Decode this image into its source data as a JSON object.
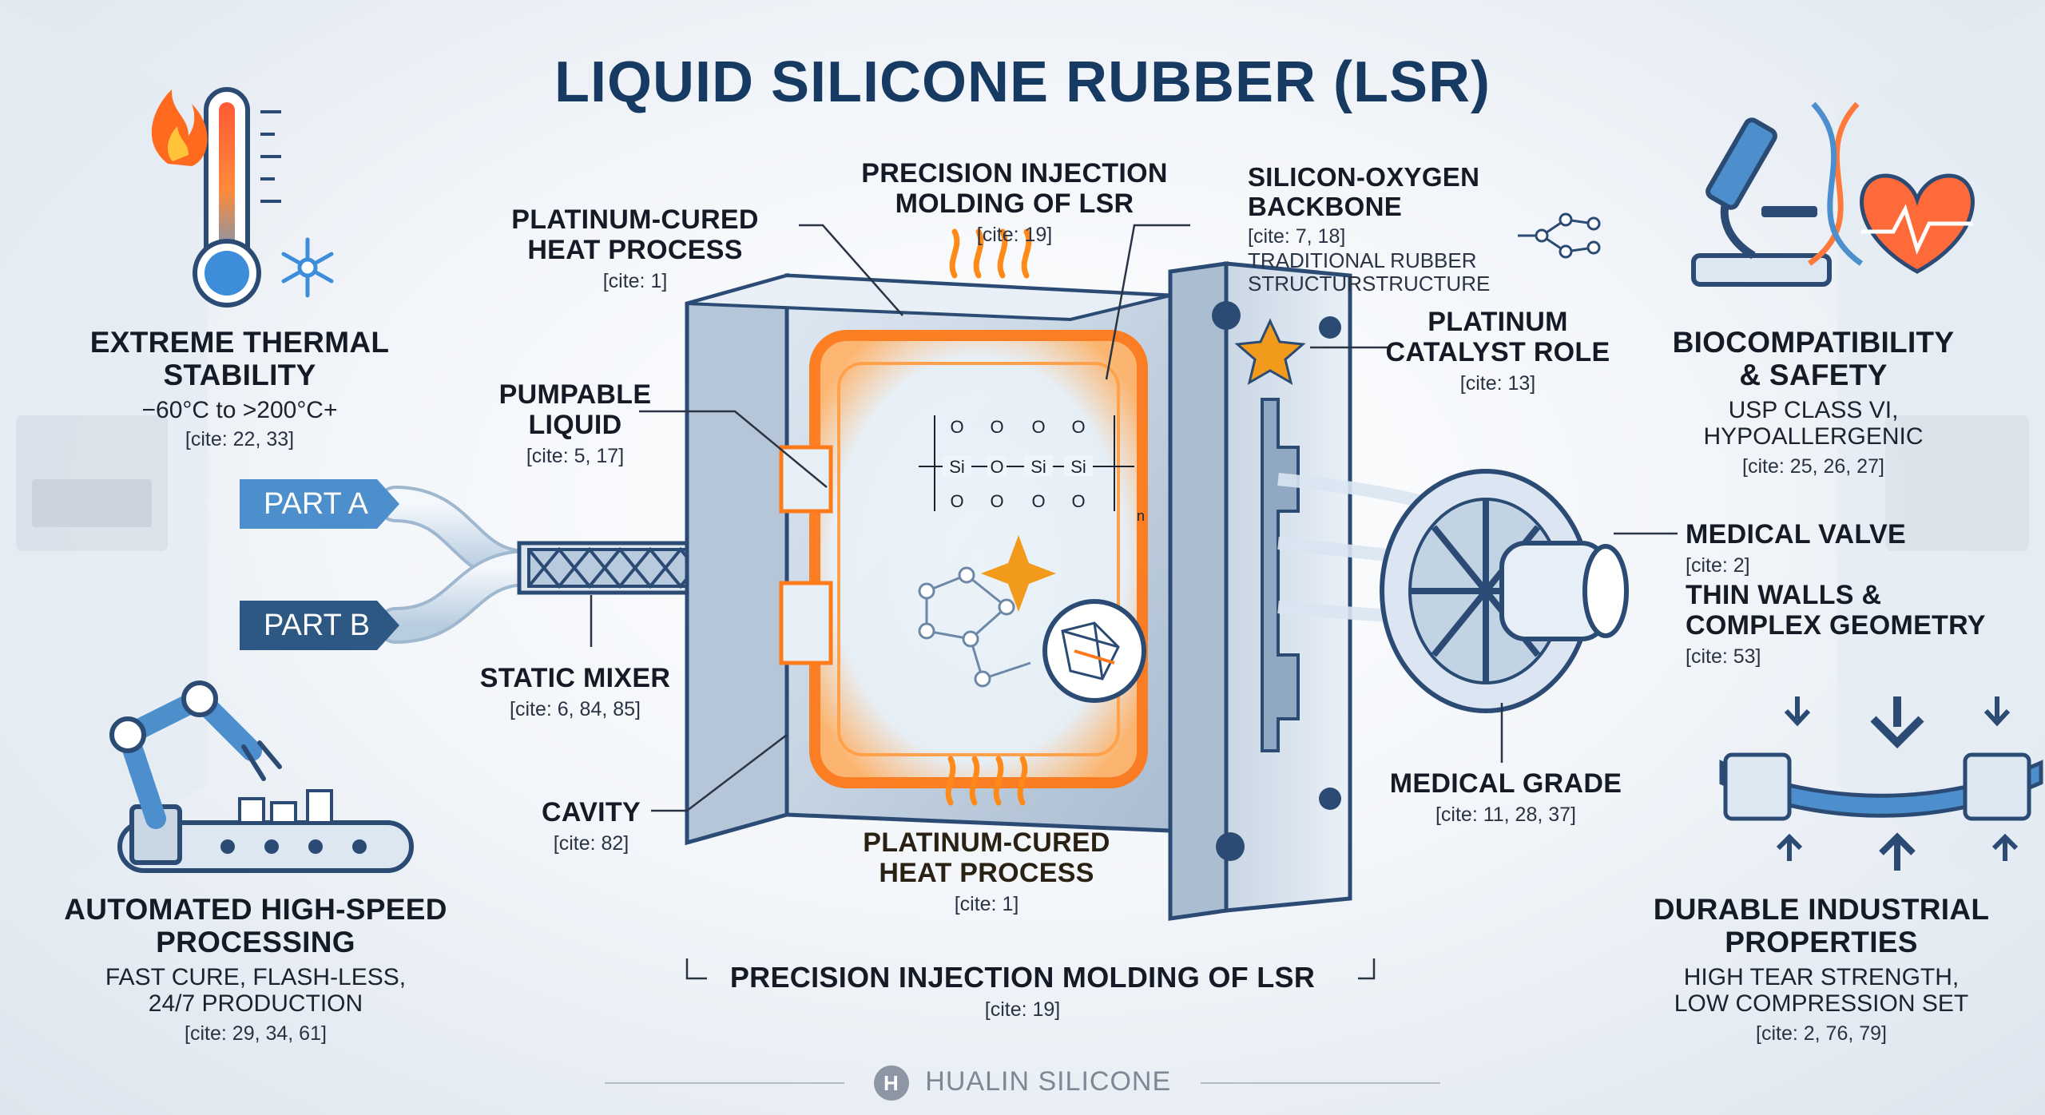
{
  "title": "LIQUID SILICONE RUBBER (LSR)",
  "thermal": {
    "heading_1": "EXTREME THERMAL",
    "heading_2": "STABILITY",
    "range": "−60°C to >200°C+",
    "cite": "[cite: 22, 33]"
  },
  "automated": {
    "heading_1": "AUTOMATED HIGH-SPEED",
    "heading_2": "PROCESSING",
    "detail_1": "FAST CURE, FLASH-LESS,",
    "detail_2": "24/7 PRODUCTION",
    "cite": "[cite: 29, 34, 61]"
  },
  "biocompat": {
    "heading_1": "BIOCOMPATIBILITY",
    "heading_2": "& SAFETY",
    "detail_1": "USP CLASS VI,",
    "detail_2": "HYPOALLERGENIC",
    "cite": "[cite: 25, 26, 27]"
  },
  "durable": {
    "heading_1": "DURABLE INDUSTRIAL",
    "heading_2": "PROPERTIES",
    "detail_1": "HIGH TEAR STRENGTH,",
    "detail_2": "LOW COMPRESSION SET",
    "cite": "[cite: 2, 76, 79]"
  },
  "parts": {
    "a": "PART A",
    "b": "PART B"
  },
  "pumpable": {
    "line_1": "PUMPABLE",
    "line_2": "LIQUID",
    "cite": "[cite: 5, 17]"
  },
  "mixer": {
    "label": "STATIC MIXER",
    "cite": "[cite: 6, 84, 85]"
  },
  "cavity": {
    "label": "CAVITY",
    "cite": "[cite: 82]"
  },
  "cured_top": {
    "line_1": "PLATINUM-CURED",
    "line_2": "HEAT PROCESS",
    "cite": "[cite: 1]"
  },
  "injection_top": {
    "line_1": "PRECISION INJECTION",
    "line_2": "MOLDING OF LSR",
    "cite": "[cite: 19]"
  },
  "backbone": {
    "heading": "SILICON-OXYGEN BACKBONE",
    "cite": "[cite: 7, 18]",
    "line_1": "TRADITIONAL RUBBER",
    "line_2": "STRUCTURSTRUCTURE"
  },
  "catalyst": {
    "line_1": "PLATINUM",
    "line_2": "CATALYST ROLE",
    "cite": "[cite: 13]"
  },
  "valve": {
    "label": "MEDICAL VALVE",
    "cite_1": "[cite: 2]",
    "walls_1": "THIN WALLS &",
    "walls_2": "COMPLEX GEOMETRY",
    "cite_2": "[cite: 53]"
  },
  "medical": {
    "label": "MEDICAL GRADE",
    "cite": "[cite: 11, 28, 37]"
  },
  "cured_bottom": {
    "line_1": "PLATINUM-CURED",
    "line_2": "HEAT PROCESS",
    "cite": "[cite: 1]"
  },
  "injection_bottom": {
    "label": "PRECISION INJECTION MOLDING OF LSR",
    "cite": "[cite: 19]"
  },
  "chem": {
    "o": "O",
    "si": "Si",
    "n": "n"
  },
  "watermark": {
    "logo": "H",
    "text": "HUALIN SILICONE"
  },
  "colors": {
    "title": "#173a63",
    "part_a": "#4c8fcc",
    "part_b": "#2d5884",
    "heat": "#ff7a1a",
    "star": "#f29a1c"
  }
}
